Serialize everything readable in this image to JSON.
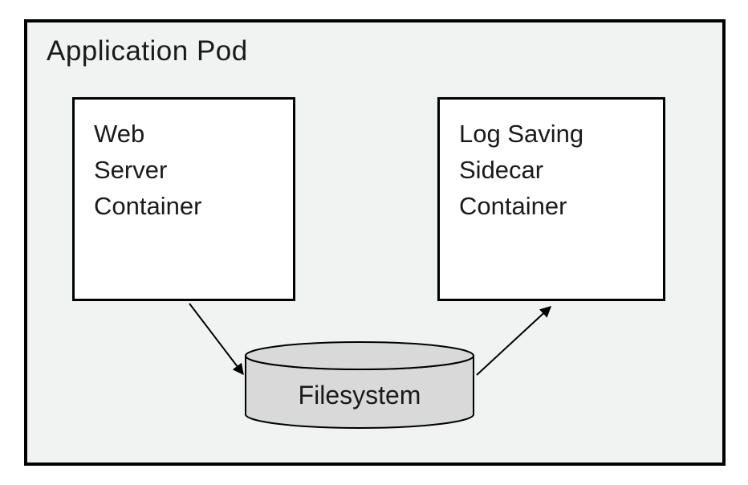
{
  "diagram": {
    "title": "Application Pod",
    "nodes": {
      "web_server": {
        "line1": "Web",
        "line2": "Server",
        "line3": "Container"
      },
      "sidecar": {
        "line1": "Log Saving",
        "line2": "Sidecar",
        "line3": "Container"
      },
      "filesystem": {
        "label": "Filesystem"
      }
    },
    "edges": [
      {
        "from": "web-server-container",
        "to": "filesystem"
      },
      {
        "from": "filesystem",
        "to": "log-saving-sidecar-container"
      }
    ],
    "colors": {
      "frame_background": "#f1f2f2",
      "node_fill": "#ffffff",
      "cylinder_fill": "#d9d9d9",
      "stroke": "#000000"
    }
  }
}
